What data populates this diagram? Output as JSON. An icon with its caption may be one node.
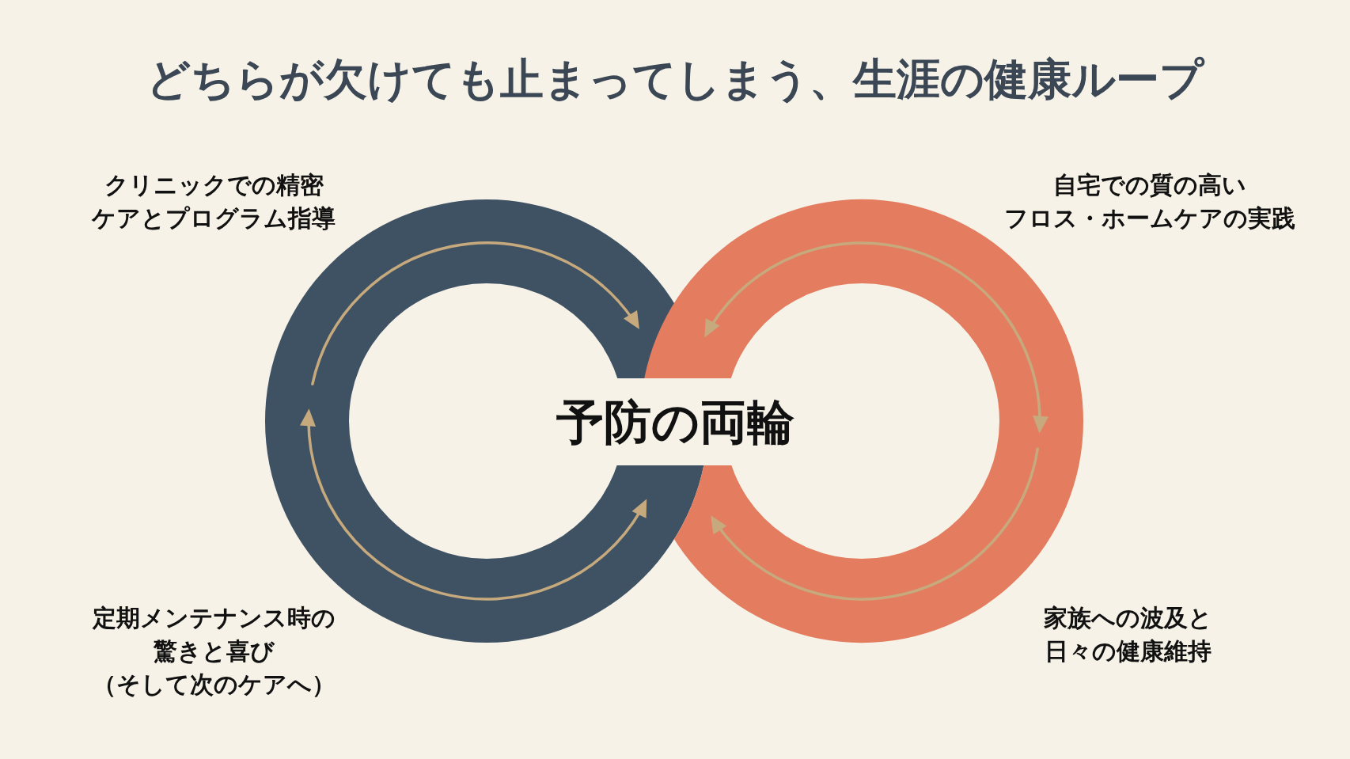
{
  "diagram": {
    "title": "どちらが欠けても止まってしまう、生涯の健康ループ",
    "nodes": [
      {
        "text": [
          "予防の両輪"
        ]
      }
    ],
    "labels": [
      "クリニックでの精密ケアとプログラム指導",
      "自宅での質の高いフロス・ホームケアの実践",
      "定期メンテナンス時の驚きと喜び（そして次のケアへ）",
      "家族への波及と日々の健康維持"
    ]
  }
}
